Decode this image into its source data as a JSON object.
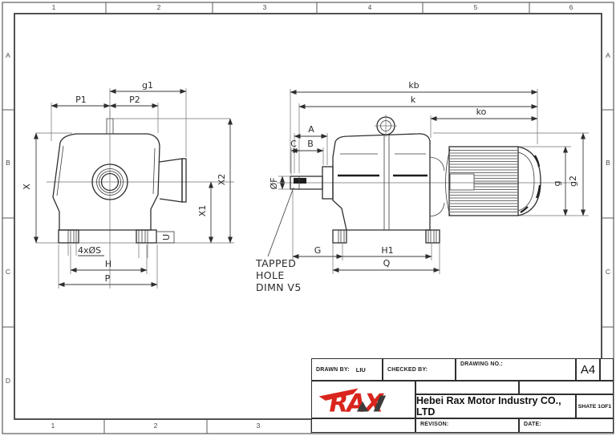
{
  "frame": {
    "top_columns": [
      "1",
      "2",
      "3",
      "4",
      "5",
      "6"
    ],
    "bottom_columns": [
      "1",
      "2",
      "3"
    ],
    "left_rows": [
      "A",
      "B",
      "C",
      "D"
    ],
    "right_rows": [
      "A",
      "B",
      "C"
    ]
  },
  "drawing": {
    "left_view": {
      "dim_g1": "g1",
      "dim_p1": "P1",
      "dim_p2": "P2",
      "dim_x": "X",
      "dim_x1": "X1",
      "dim_x2": "X2",
      "dim_u": "U",
      "dim_holes": "4xØS",
      "dim_h": "H",
      "dim_p": "P"
    },
    "right_view": {
      "dim_kb": "kb",
      "dim_k": "k",
      "dim_ko": "ko",
      "dim_a": "A",
      "dim_b": "B",
      "dim_c": "C",
      "dim_of": "ØF",
      "dim_g": "g",
      "dim_g2": "g2",
      "dim_G": "G",
      "dim_h1": "H1",
      "dim_q": "Q"
    },
    "annotation": {
      "line1": "TAPPED",
      "line2": "HOLE",
      "line3": "DIMN V5"
    }
  },
  "title_block": {
    "drawn_by_label": "DRAWN BY:",
    "drawn_by_value": "LIU",
    "checked_by_label": "CHECKED BY:",
    "drawing_no_label": "DRAWING NO.:",
    "paper_size": "A4",
    "logo_text": "RAX",
    "company": "Hebei Rax Motor Industry CO., LTD",
    "sheet": "SHATE 1OF1",
    "revision_label": "REVISON:",
    "date_label": "DATE:"
  },
  "colors": {
    "line": "#3a3a3a",
    "logo_red": "#d9251c",
    "logo_dark": "#3c3c3c"
  }
}
